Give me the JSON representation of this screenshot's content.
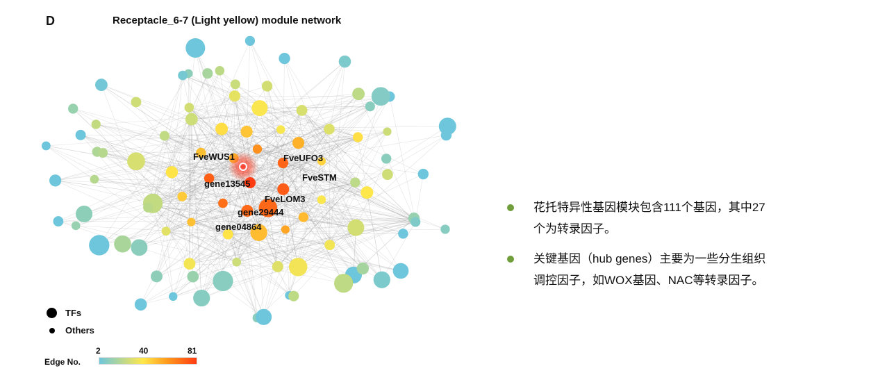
{
  "panel_letter": "D",
  "title": "Receptacle_6-7 (Light yellow) module network",
  "legend": {
    "size_items": [
      {
        "label": "TFs"
      },
      {
        "label": "Others"
      }
    ],
    "colorbar": {
      "title": "Edge No.",
      "ticks": [
        "2",
        "40",
        "81"
      ],
      "colors": [
        "#6ec6dc",
        "#ffe74a",
        "#ff3b12"
      ]
    }
  },
  "gene_labels": [
    "FveWUS1",
    "FveUFO3",
    "FveSTM",
    "gene13545",
    "FveLOM3",
    "gene29444",
    "gene04864"
  ],
  "bullets": {
    "color": "#6f9e3a",
    "items": [
      {
        "lines": [
          "花托特异性基因模块包含111个基因，其中27",
          "个为转录因子。"
        ]
      },
      {
        "lines": [
          "关键基因（hub genes）主要为一些分生组织",
          "调控因子，如WOX基因、NAC等转录因子。"
        ]
      }
    ]
  }
}
